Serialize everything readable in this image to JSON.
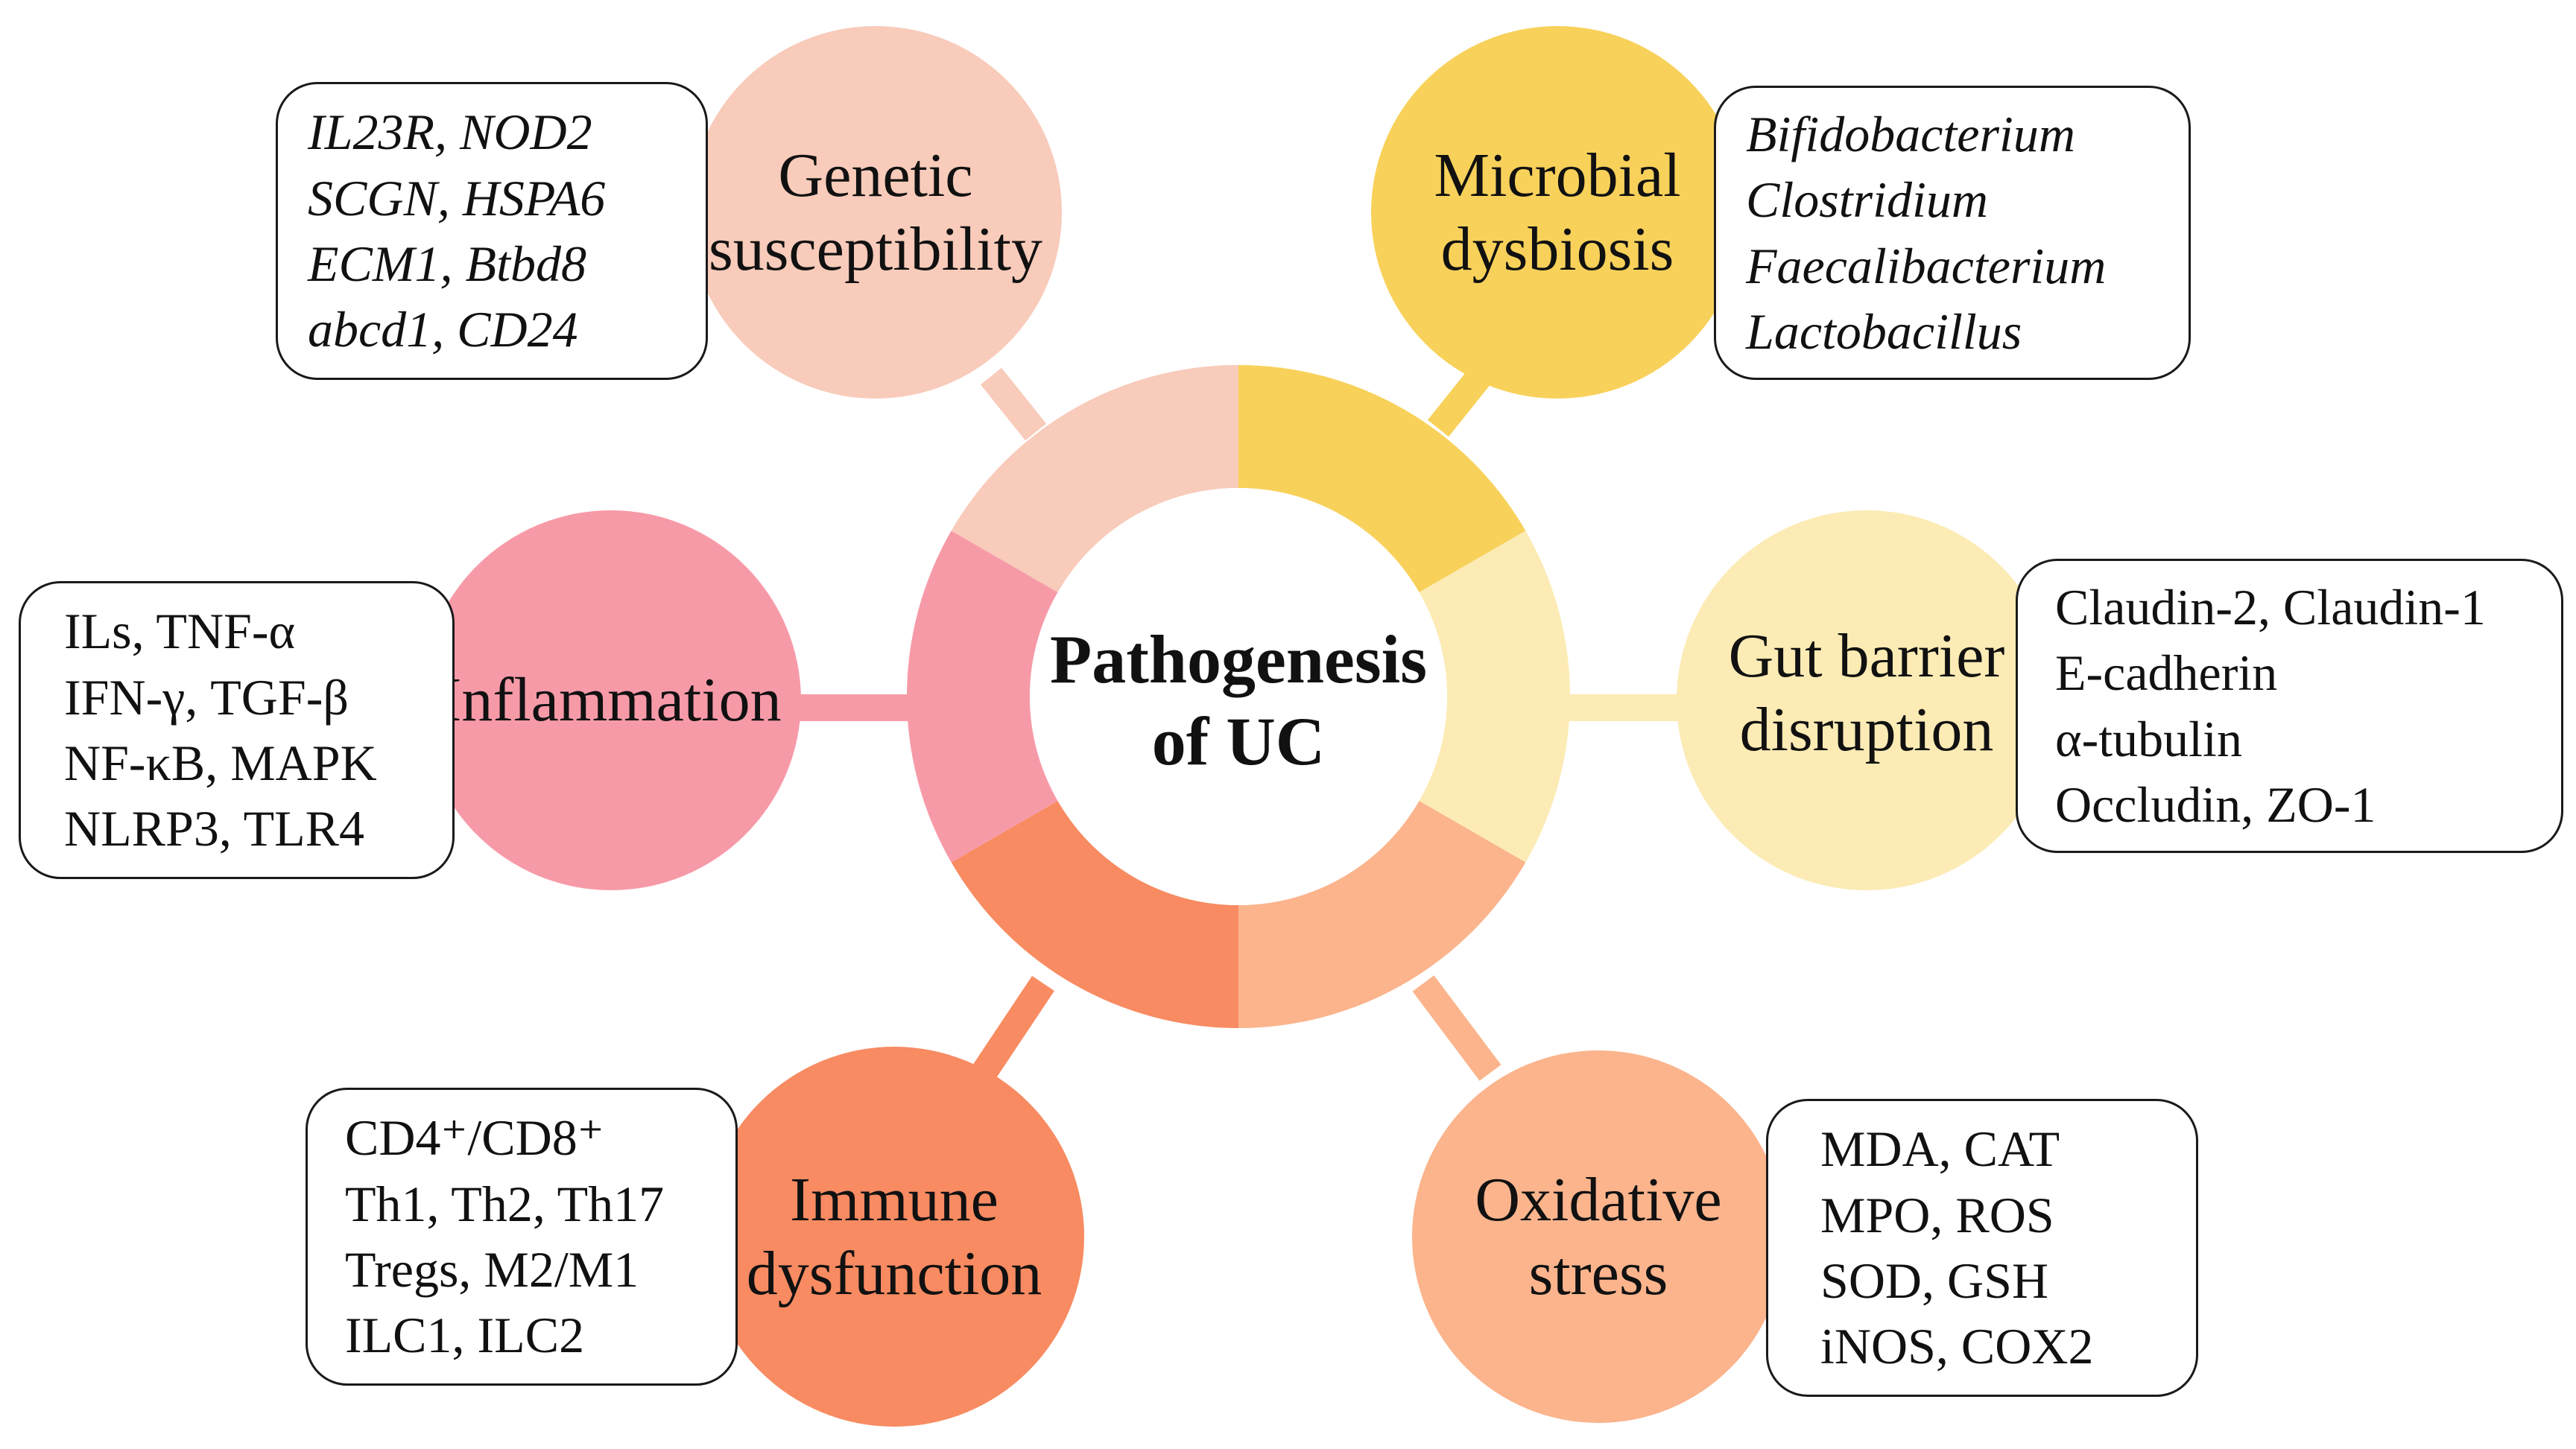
{
  "center": {
    "line1": "Pathogenesis",
    "line2": "of UC"
  },
  "colors": {
    "genetic": "#F8CBBA",
    "microbial": "#F8D15A",
    "barrier": "#FCEBB4",
    "oxidative": "#FBB48C",
    "immune": "#F88B62",
    "inflammation": "#F79AA8"
  },
  "factors": [
    {
      "key": "genetic",
      "line1": "Genetic",
      "line2": "susceptibility",
      "items": [
        "IL23R, NOD2",
        "SCGN, HSPA6",
        "ECM1, Btbd8",
        "abcd1, CD24"
      ]
    },
    {
      "key": "microbial",
      "line1": "Microbial",
      "line2": "dysbiosis",
      "items": [
        "Bifidobacterium",
        "Clostridium",
        "Faecalibacterium",
        "Lactobacillus"
      ]
    },
    {
      "key": "barrier",
      "line1": "Gut barrier",
      "line2": "disruption",
      "items": [
        "Claudin-2, Claudin-1",
        "E-cadherin",
        "α-tubulin",
        "Occludin, ZO-1"
      ]
    },
    {
      "key": "oxidative",
      "line1": "Oxidative",
      "line2": "stress",
      "items": [
        "MDA, CAT",
        "MPO, ROS",
        "SOD, GSH",
        "iNOS, COX2"
      ]
    },
    {
      "key": "immune",
      "line1": "Immune",
      "line2": "dysfunction",
      "items": [
        "CD4⁺/CD8⁺",
        "Th1, Th2, Th17",
        "Tregs, M2/M1",
        "ILC1, ILC2"
      ]
    },
    {
      "key": "inflammation",
      "line1": "Inflammation",
      "line2": "",
      "items": [
        "ILs, TNF-α",
        "IFN-γ, TGF-β",
        "NF-κB, MAPK",
        "NLRP3, TLR4"
      ]
    }
  ]
}
